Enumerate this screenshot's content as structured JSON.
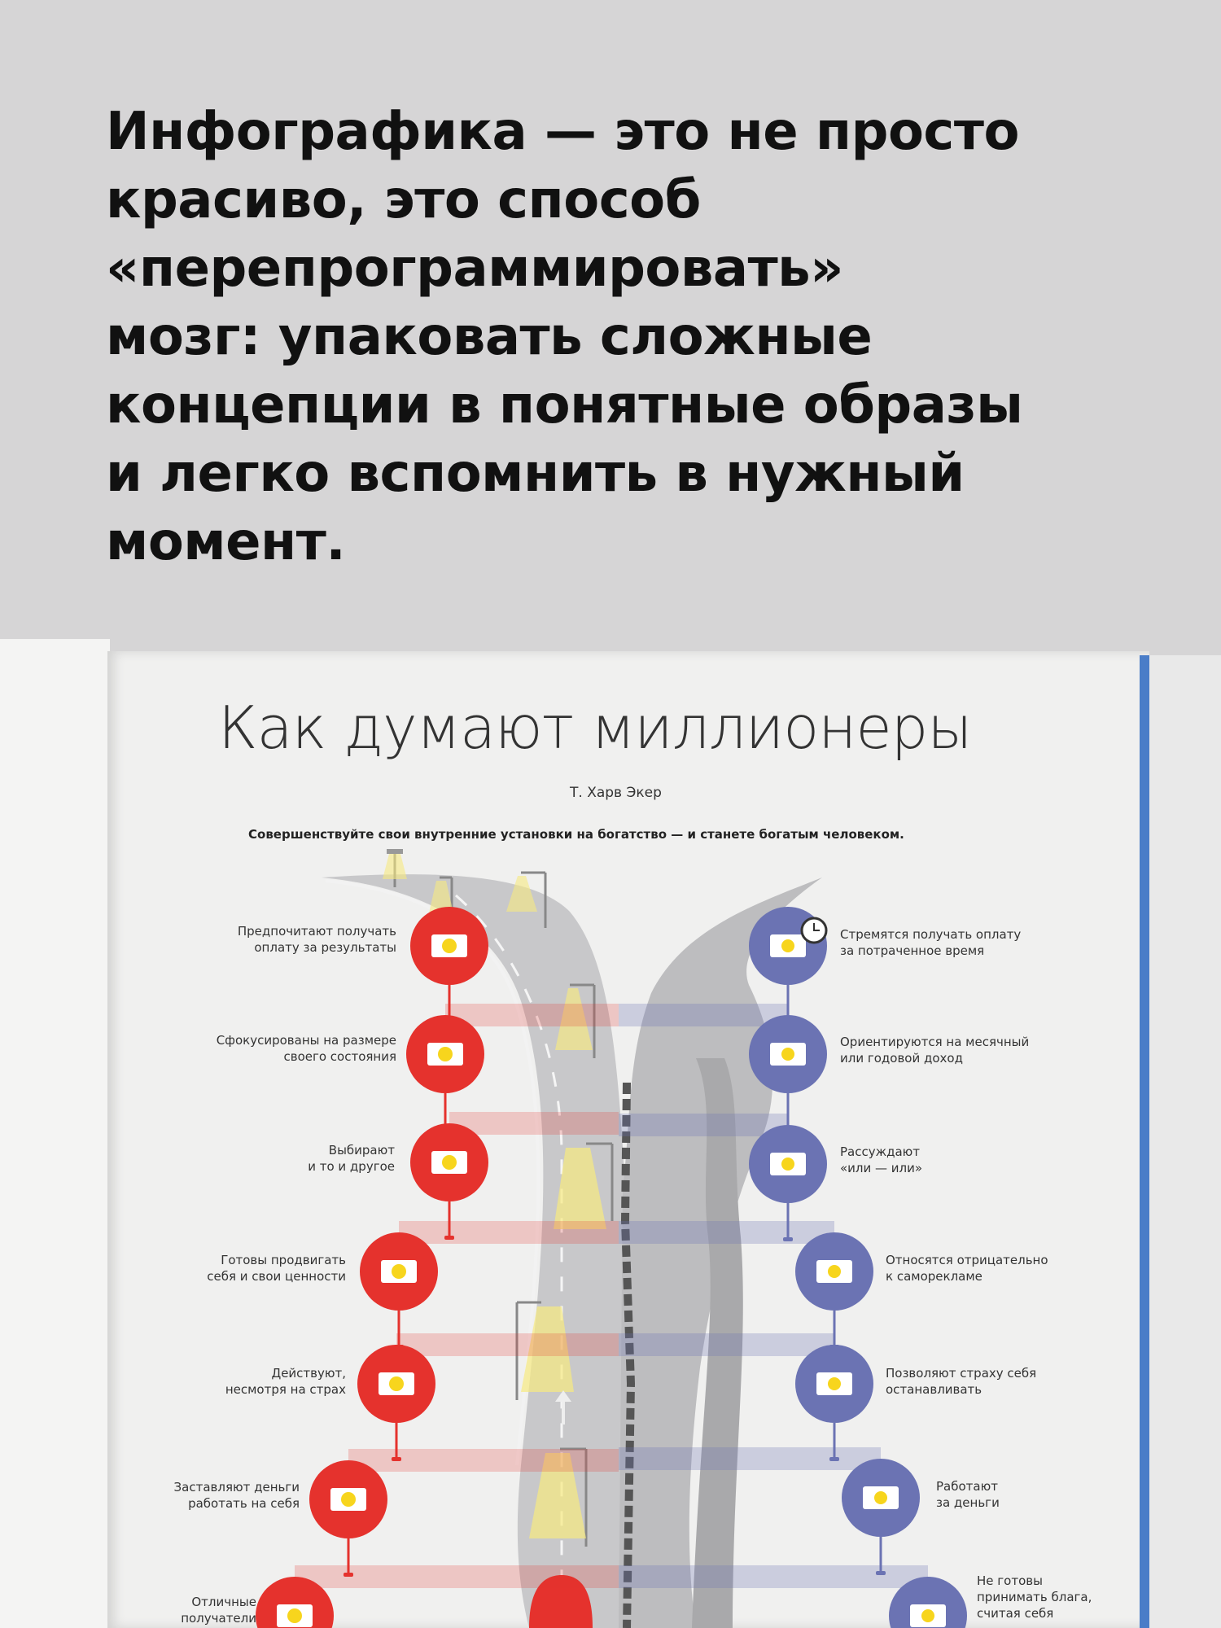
{
  "headline": {
    "lines": [
      "Инфографика — это не просто",
      "красиво, это способ",
      "«перепрограммировать»",
      "мозг: упаковать сложные",
      "концепции в понятные образы",
      "и легко вспомнить в нужный",
      "момент."
    ]
  },
  "infographic": {
    "title": "Как думают миллионеры",
    "author": "Т. Харв Экер",
    "tagline": "Совершенствуйте свои внутренние установки на богатство — и станете богатым человеком.",
    "left_items": [
      {
        "line1": "Предпочитают получать",
        "line2": "оплату за результаты",
        "icon": "money-award-icon"
      },
      {
        "line1": "Сфокусированы на размере",
        "line2": "своего состояния",
        "icon": "safe-icon"
      },
      {
        "line1": "Выбирают",
        "line2": "и то и другое",
        "icon": "shapes-icon"
      },
      {
        "line1": "Готовы продвигать",
        "line2": "себя и свои ценности",
        "icon": "promoter-icon"
      },
      {
        "line1": "Действуют,",
        "line2": "несмотря на страх",
        "icon": "hero-icon"
      },
      {
        "line1": "Заставляют деньги",
        "line2": "работать на себя",
        "icon": "money-around-icon"
      },
      {
        "line1": "Отличные",
        "line2": "получатели",
        "icon": "receiving-hands-icon"
      }
    ],
    "right_items": [
      {
        "line1": "Стремятся получать оплату",
        "line2": "за потраченное время",
        "line3": "",
        "icon": "clock-money-icon"
      },
      {
        "line1": "Ориентируются на месячный",
        "line2": "или годовой доход",
        "line3": "",
        "icon": "calculator-icon"
      },
      {
        "line1": "Рассуждают",
        "line2": "«или — или»",
        "line3": "",
        "icon": "choice-icon"
      },
      {
        "line1": "Относятся отрицательно",
        "line2": "к саморекламе",
        "line3": "",
        "icon": "no-megaphone-icon"
      },
      {
        "line1": "Позволяют страху себя",
        "line2": "останавливать",
        "line3": "",
        "icon": "hiding-icon"
      },
      {
        "line1": "Работают",
        "line2": "за деньги",
        "line3": "",
        "icon": "worker-icon"
      },
      {
        "line1": "Не готовы",
        "line2": "принимать блага,",
        "line3": "считая себя",
        "icon": "refuse-icon"
      }
    ],
    "colors": {
      "red": "#e5322d",
      "blue": "#6b73b3",
      "yellow": "#f7d51d",
      "road": "#c7c7c9",
      "page_edge": "#4a7dc8"
    }
  }
}
